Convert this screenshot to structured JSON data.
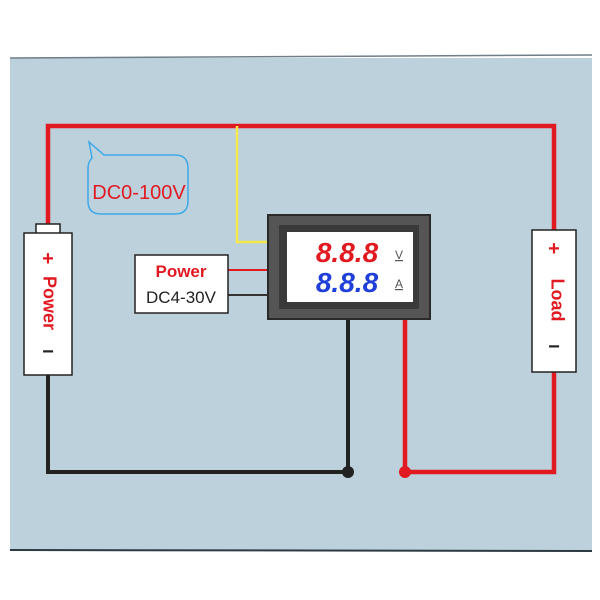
{
  "colors": {
    "panel_bg": "#bdd1dd",
    "wire_red": "#e11a22",
    "wire_black": "#222222",
    "wire_yellow": "#f5e84a",
    "text_red": "#e11a22",
    "text_blue": "#1f3fd8",
    "callout_border": "#3fa9e6"
  },
  "callout": {
    "text": "DC0-100V"
  },
  "meter": {
    "top_reading": "8.8.8",
    "top_unit": "V",
    "bottom_reading": "8.8.8",
    "bottom_unit": "A"
  },
  "meter_supply": {
    "title": "Power",
    "range": "DC4-30V"
  },
  "source": {
    "name": "Power",
    "plus": "+",
    "minus": "−"
  },
  "load": {
    "name": "Load",
    "plus": "+",
    "minus": "−"
  }
}
